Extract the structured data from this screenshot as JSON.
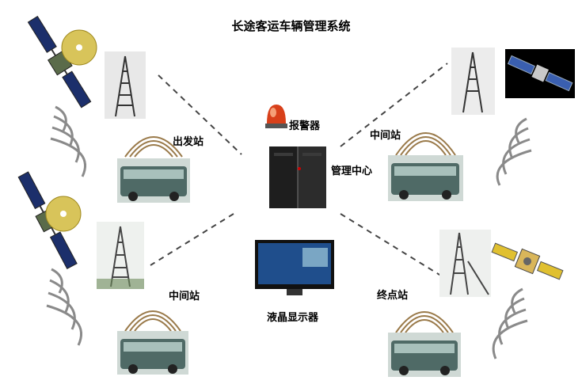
{
  "title": "长途客运车辆管理系统",
  "labels": {
    "departure_station": "出发站",
    "relay_station_top": "中间站",
    "relay_station_bottom": "中间站",
    "terminal_station": "终点站",
    "alarm": "报警器",
    "control_center": "管理中心",
    "lcd_display": "液晶显示器"
  },
  "icons": {
    "satellite": "satellite-icon",
    "tower": "radio-tower-icon",
    "bus": "bus-photo",
    "signal": "signal-wave-icon",
    "server": "server-cabinet-icon",
    "monitor": "monitor-icon",
    "alarm": "alarm-light-icon"
  },
  "colors": {
    "dashed_line": "#444444",
    "signal_arc": "#8a8a8a",
    "bus_body": "#4f6a66",
    "bus_sky": "#cfd9d5"
  }
}
